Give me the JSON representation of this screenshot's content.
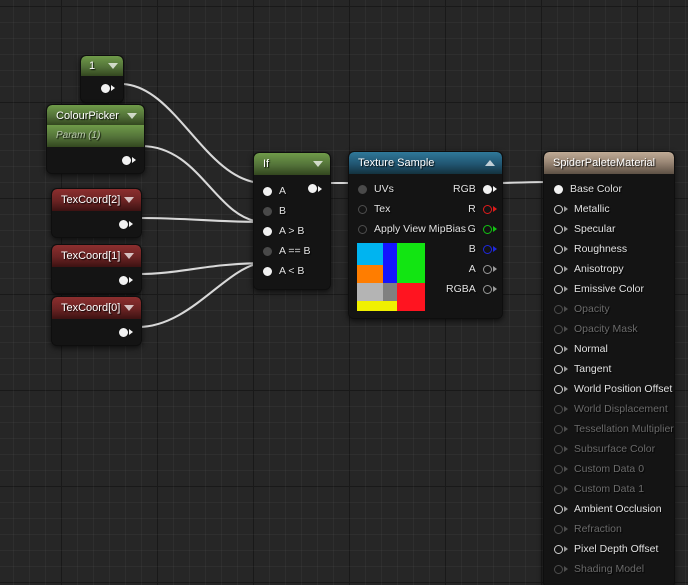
{
  "app": {
    "editor": "Unreal Engine Material Graph",
    "canvas_bg": "#262626",
    "wire_color": "#d8d8d8"
  },
  "nodes": {
    "constant": {
      "title": "1",
      "header_color": "#537239",
      "output_pin": "output"
    },
    "colour_picker": {
      "title": "ColourPicker",
      "subtitle": "Param (1)",
      "header_color": "#537239",
      "output_pin": "output"
    },
    "texcoord2": {
      "title": "TexCoord[2]",
      "header_color": "#6a2323",
      "output_pin": "output"
    },
    "texcoord1": {
      "title": "TexCoord[1]",
      "header_color": "#6a2323",
      "output_pin": "output"
    },
    "texcoord0": {
      "title": "TexCoord[0]",
      "header_color": "#6a2323",
      "output_pin": "output"
    },
    "if_node": {
      "title": "If",
      "header_color": "#537239",
      "inputs": [
        {
          "label": "A",
          "state": "connected"
        },
        {
          "label": "B",
          "state": "empty"
        },
        {
          "label": "A > B",
          "state": "connected"
        },
        {
          "label": "A == B",
          "state": "empty"
        },
        {
          "label": "A < B",
          "state": "connected"
        }
      ],
      "output_pin": "output"
    },
    "texture_sample": {
      "title": "Texture Sample",
      "header_color": "#215571",
      "collapse_icon": "chevron-up-icon",
      "inputs": [
        {
          "label": "UVs",
          "state": "connected"
        },
        {
          "label": "Tex",
          "state": "empty"
        },
        {
          "label": "Apply View MipBias",
          "state": "empty"
        }
      ],
      "outputs": [
        {
          "label": "RGB",
          "color": "white"
        },
        {
          "label": "R",
          "color": "red"
        },
        {
          "label": "G",
          "color": "green"
        },
        {
          "label": "B",
          "color": "blue"
        },
        {
          "label": "A",
          "color": "gray"
        },
        {
          "label": "RGBA",
          "color": "gray"
        }
      ],
      "preview_colors": [
        "#00b4f0",
        "#1414ff",
        "#12e512",
        "#ff7d00",
        "#1414ff",
        "#12e512",
        "#b4b4b4",
        "#808080",
        "#ff1420",
        "#f0f000",
        "#f0f000",
        "#ff1420"
      ]
    },
    "material": {
      "title": "SpiderPaleteMaterial",
      "header_color": "#9b8876",
      "inputs": [
        {
          "label": "Base Color",
          "state": "connected",
          "enabled": true
        },
        {
          "label": "Metallic",
          "state": "empty",
          "enabled": true
        },
        {
          "label": "Specular",
          "state": "empty",
          "enabled": true
        },
        {
          "label": "Roughness",
          "state": "empty",
          "enabled": true
        },
        {
          "label": "Anisotropy",
          "state": "empty",
          "enabled": true
        },
        {
          "label": "Emissive Color",
          "state": "empty",
          "enabled": true
        },
        {
          "label": "Opacity",
          "state": "empty",
          "enabled": false
        },
        {
          "label": "Opacity Mask",
          "state": "empty",
          "enabled": false
        },
        {
          "label": "Normal",
          "state": "empty",
          "enabled": true
        },
        {
          "label": "Tangent",
          "state": "empty",
          "enabled": true
        },
        {
          "label": "World Position Offset",
          "state": "empty",
          "enabled": true
        },
        {
          "label": "World Displacement",
          "state": "empty",
          "enabled": false
        },
        {
          "label": "Tessellation Multiplier",
          "state": "empty",
          "enabled": false
        },
        {
          "label": "Subsurface Color",
          "state": "empty",
          "enabled": false
        },
        {
          "label": "Custom Data 0",
          "state": "empty",
          "enabled": false
        },
        {
          "label": "Custom Data 1",
          "state": "empty",
          "enabled": false
        },
        {
          "label": "Ambient Occlusion",
          "state": "empty",
          "enabled": true
        },
        {
          "label": "Refraction",
          "state": "empty",
          "enabled": false
        },
        {
          "label": "Pixel Depth Offset",
          "state": "empty",
          "enabled": true
        },
        {
          "label": "Shading Model",
          "state": "empty",
          "enabled": false
        }
      ]
    }
  },
  "connections": [
    {
      "from": "constant.output",
      "to": "if_node.A"
    },
    {
      "from": "colour_picker.output",
      "to": "if_node.A > B"
    },
    {
      "from": "texcoord2.output",
      "to": "if_node.A > B"
    },
    {
      "from": "texcoord1.output",
      "to": "if_node.A < B"
    },
    {
      "from": "texcoord0.output",
      "to": "if_node.A < B"
    },
    {
      "from": "if_node.output",
      "to": "texture_sample.UVs"
    },
    {
      "from": "texture_sample.RGB",
      "to": "material.Base Color"
    }
  ]
}
